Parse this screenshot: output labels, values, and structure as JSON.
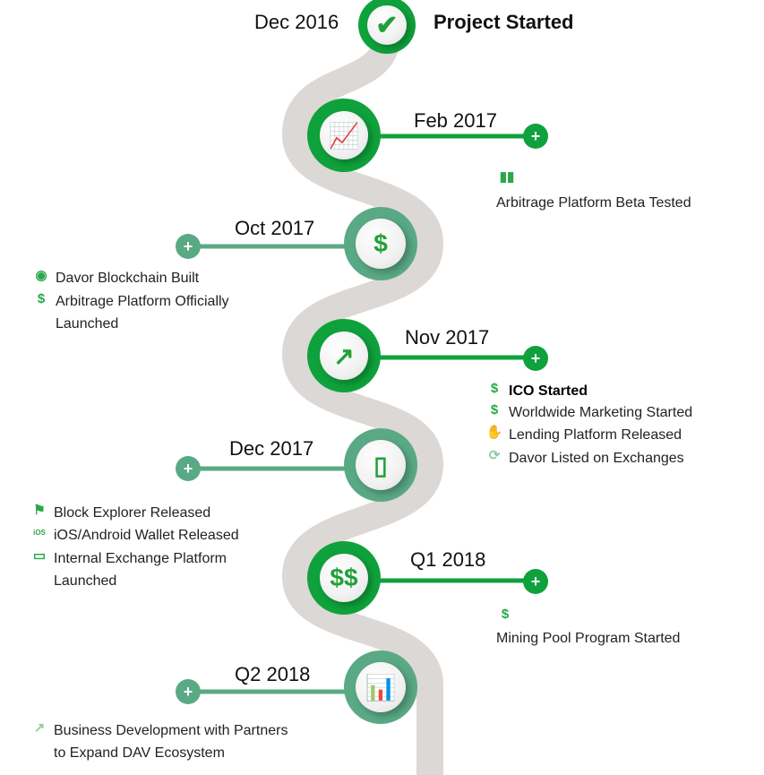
{
  "colors": {
    "bright": "#0fa23c",
    "muted": "#5aa985",
    "road": "#dcd8d5"
  },
  "milestones": [
    {
      "date": "Dec 2016",
      "title": "Project Started",
      "icon": "checkmark-icon"
    },
    {
      "date": "Feb 2017",
      "icon": "presentation-icon",
      "items": [
        {
          "icon": "bar-chart-icon",
          "text": "Arbitrage Platform Beta Tested"
        }
      ]
    },
    {
      "date": "Oct 2017",
      "icon": "dollar-globe-icon",
      "items": [
        {
          "icon": "coin-icon",
          "text": "Davor Blockchain Built"
        },
        {
          "icon": "dollar-phone-icon",
          "text": "Arbitrage Platform Officially",
          "text2": "Launched"
        }
      ]
    },
    {
      "date": "Nov 2017",
      "icon": "growth-person-icon",
      "items": [
        {
          "icon": "banknote-icon",
          "text": "ICO Started"
        },
        {
          "icon": "dollar-globe-icon",
          "text": "Worldwide Marketing Started"
        },
        {
          "icon": "hand-coin-icon",
          "text": "Lending Platform Released"
        },
        {
          "icon": "exchange-icon",
          "text": "Davor Listed on Exchanges"
        }
      ]
    },
    {
      "date": "Dec 2017",
      "icon": "mobile-dollar-icon",
      "items": [
        {
          "icon": "presentation-icon",
          "text": "Block Explorer Released"
        },
        {
          "icon": "ios-icon",
          "text": "iOS/Android Wallet Released"
        },
        {
          "icon": "banknotes-icon",
          "text": "Internal Exchange Platform",
          "text2": "Launched"
        }
      ]
    },
    {
      "date": "Q1 2018",
      "icon": "money-bags-icon",
      "items": [
        {
          "icon": "dollar-phone-icon",
          "text": "Mining Pool Program Started"
        }
      ]
    },
    {
      "date": "Q2 2018",
      "icon": "growth-chart-icon",
      "items": [
        {
          "icon": "growth-chart-icon",
          "text": "Business Development with Partners",
          "text2": "to Expand DAV Ecosystem"
        }
      ]
    }
  ],
  "plus_label": "+"
}
